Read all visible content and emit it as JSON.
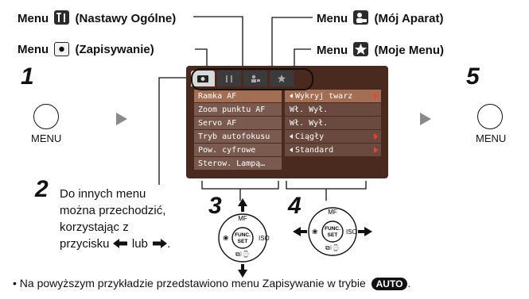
{
  "callouts": {
    "general": {
      "prefix": "Menu",
      "text": "(Nastawy Ogólne)",
      "icon": "wrench-icon"
    },
    "record": {
      "prefix": "Menu",
      "text": "(Zapisywanie)",
      "icon": "camera-icon"
    },
    "mycamera": {
      "prefix": "Menu",
      "text": "(Mój Aparat)",
      "icon": "person-icon"
    },
    "mymenu": {
      "prefix": "Menu",
      "text": "(Moje Menu)",
      "icon": "star-icon"
    }
  },
  "steps": {
    "one": "1",
    "two": "2",
    "three": "3",
    "four": "4",
    "five": "5",
    "menu_left": "MENU",
    "menu_right": "MENU",
    "two_text_1": "Do innych menu",
    "two_text_2": "można przechodzić,",
    "two_text_3": "korzystając z",
    "two_text_4_a": "przycisku",
    "two_text_4_b": "lub"
  },
  "screen": {
    "rows": [
      {
        "name": "Ramka AF",
        "value": "Wykryj twarz",
        "arrow": true,
        "selected": true
      },
      {
        "name": "Zoom punktu AF",
        "value": "Wł. Wył.",
        "arrow": false,
        "selected": false
      },
      {
        "name": "Servo AF",
        "value": "Wł. Wył.",
        "arrow": false,
        "selected": false
      },
      {
        "name": "Tryb autofokusu",
        "value": "Ciągły",
        "arrow": true,
        "selected": false
      },
      {
        "name": "Pow. cyfrowe",
        "value": "Standard",
        "arrow": true,
        "selected": false
      },
      {
        "name": "Sterow. Lampą…",
        "value": "",
        "arrow": false,
        "selected": false
      }
    ]
  },
  "dial": {
    "center_top": "FUNC.",
    "center_bottom": "SET",
    "top": "MF",
    "right": "ISO"
  },
  "note": {
    "text": "• Na powyższym przykładzie przedstawiono menu Zapisywanie w trybie",
    "badge": "AUTO"
  },
  "colors": {
    "screen_bg": "#4a2a1e",
    "row_selected": "#a36e52",
    "arrow_red": "#ff3b2b"
  }
}
